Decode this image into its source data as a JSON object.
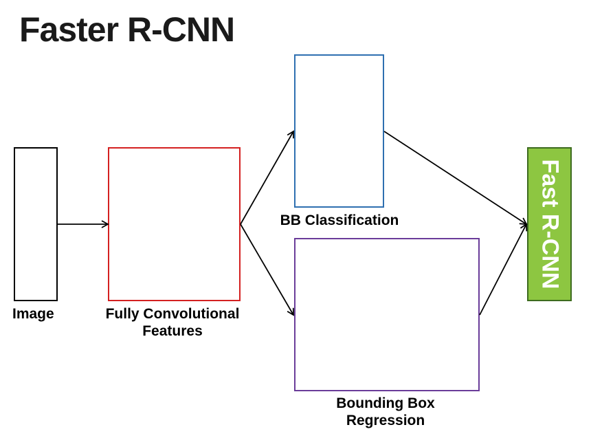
{
  "title": "Faster R-CNN",
  "nodes": {
    "image": "Image",
    "fcn_line1": "Fully Convolutional",
    "fcn_line2": "Features",
    "classification": "BB Classification",
    "regression_line1": "Bounding Box",
    "regression_line2": "Regression",
    "output": "Fast R-CNN"
  },
  "colors": {
    "image_border": "#000000",
    "fcn_border": "#d42020",
    "classification_border": "#2e6fb0",
    "regression_border": "#6a3c99",
    "output_fill": "#8dc641"
  }
}
